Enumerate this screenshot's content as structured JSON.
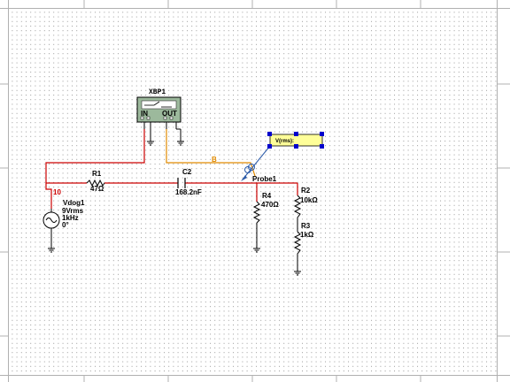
{
  "schematic": {
    "instrument": {
      "name": "XBP1",
      "in_label": "IN",
      "out_label": "OUT"
    },
    "source": {
      "net_label": "10",
      "name": "Vdog1",
      "amplitude": "9Vrms",
      "frequency": "1kHz",
      "phase": "0°"
    },
    "r1": {
      "name": "R1",
      "value": "47Ω"
    },
    "c2": {
      "name": "C2",
      "value": "168.2nF"
    },
    "r4": {
      "name": "R4",
      "value": "470Ω"
    },
    "r2": {
      "name": "R2",
      "value": "10kΩ"
    },
    "r3": {
      "name": "R3",
      "value": "1kΩ"
    },
    "probe": {
      "name": "Probe1",
      "readout": "V(rms): "
    },
    "net_b": {
      "label": "B"
    }
  },
  "colors": {
    "wire_red": "#cc0000",
    "wire_orange": "#e08a00",
    "probe_box": "#ffff99",
    "probe_line": "#2a5aa8",
    "instrument_fill": "#9cb99c",
    "grid_dot": "#9a9a9a"
  },
  "icons": {
    "bode-plotter": "bode-plotter-icon",
    "ground": "ground-icon",
    "ac-source": "ac-source-icon",
    "probe": "probe-icon"
  }
}
